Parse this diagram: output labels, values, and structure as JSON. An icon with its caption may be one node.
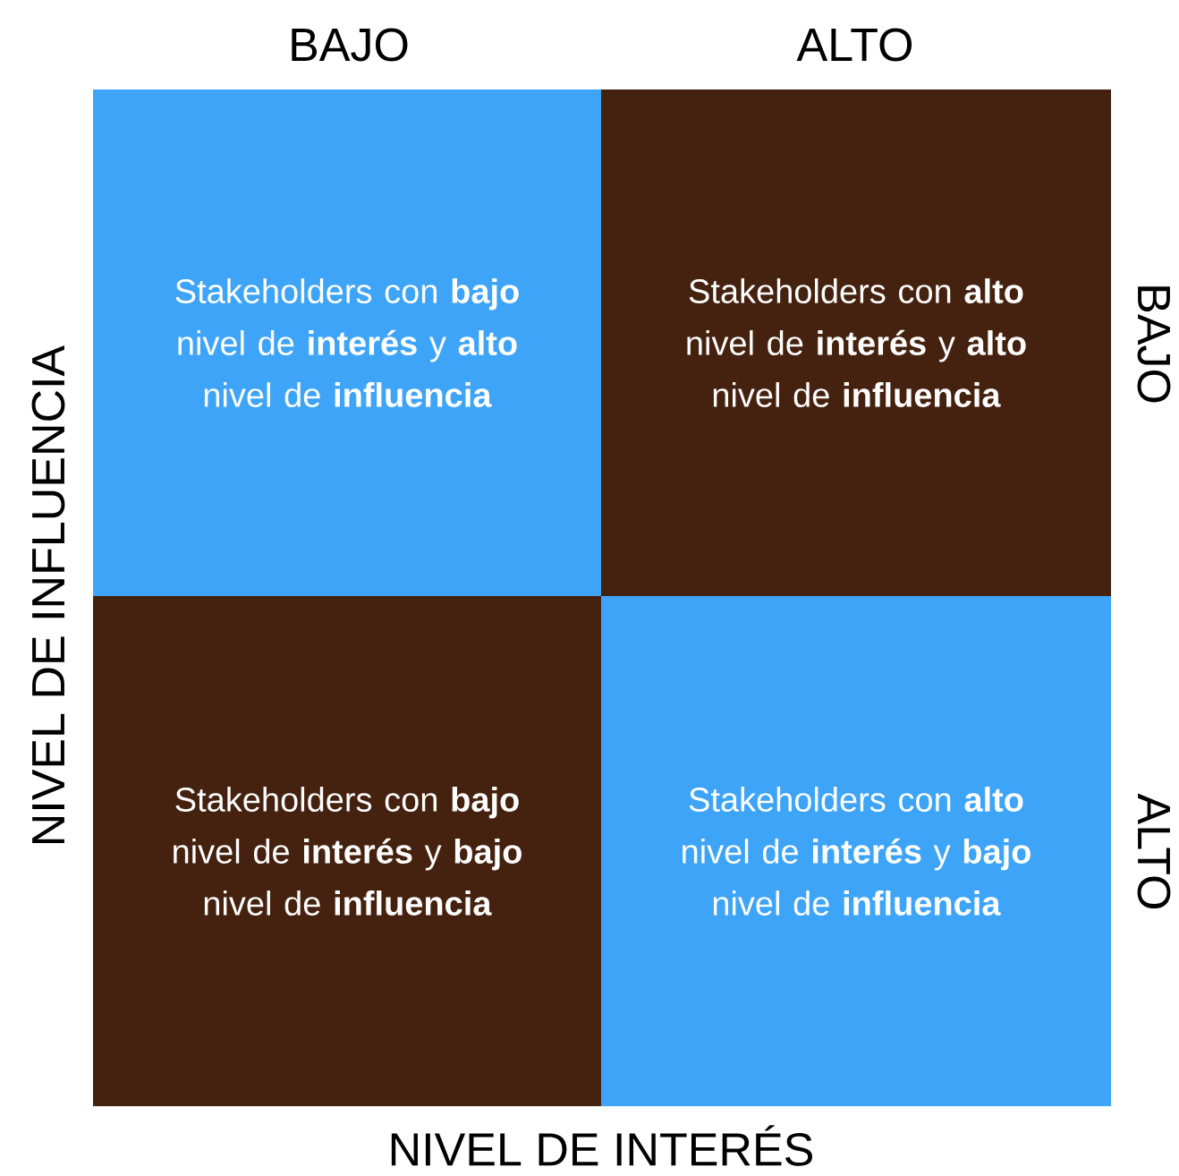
{
  "diagram": {
    "nodes": [
      {
        "text": [
          "Stakeholders con **bajo** nivel de **interés** y **alto** nivel de **influencia**"
        ]
      },
      {
        "text": [
          "Stakeholders con **alto** nivel de **interés** y **alto** nivel de **influencia**"
        ]
      },
      {
        "text": [
          "Stakeholders con **bajo** nivel de **interés** y **bajo** nivel de **influencia**"
        ]
      },
      {
        "text": [
          "Stakeholders con **alto** nivel de **interés** y **bajo** nivel de **influencia**"
        ]
      }
    ],
    "labels": [
      "BAJO",
      "ALTO",
      "BAJO",
      "NIVEL DE INFLUENCIA",
      "ALTO",
      "NIVEL DE INTERÉS"
    ]
  }
}
